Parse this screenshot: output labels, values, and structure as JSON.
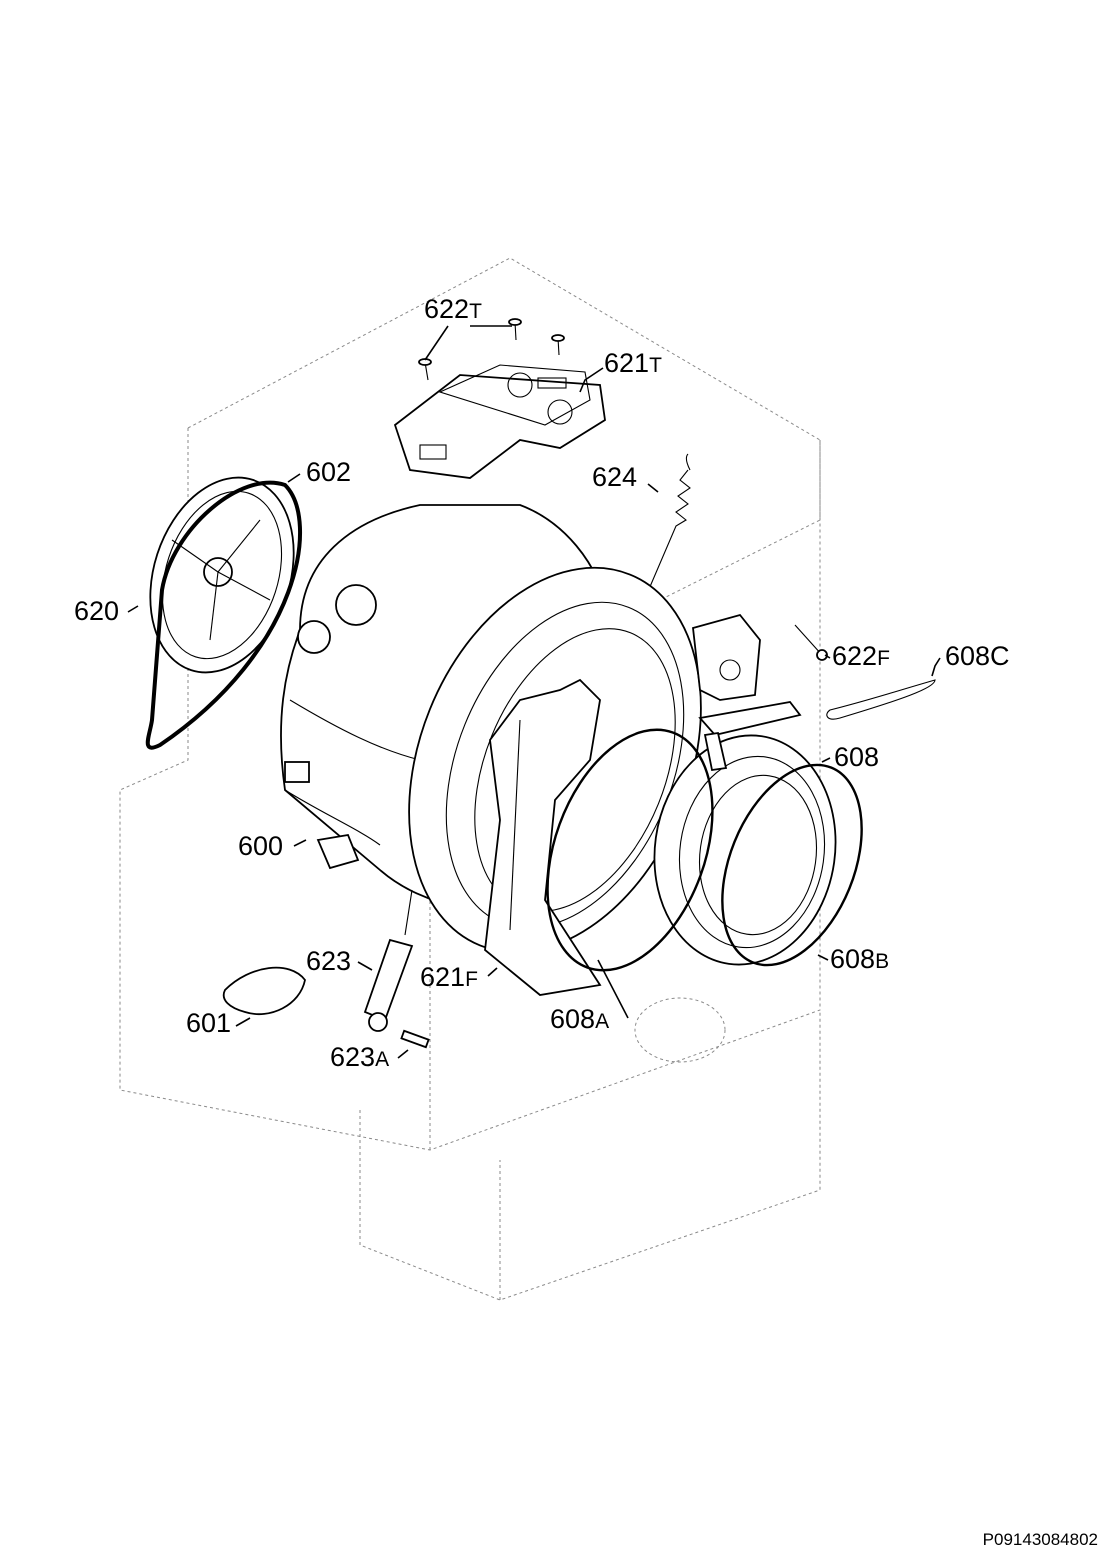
{
  "document_code": "P09143084802",
  "callouts": [
    {
      "id": "622T",
      "base": "622",
      "suffix": "T"
    },
    {
      "id": "621T",
      "base": "621",
      "suffix": "T"
    },
    {
      "id": "602",
      "base": "602",
      "suffix": ""
    },
    {
      "id": "624",
      "base": "624",
      "suffix": ""
    },
    {
      "id": "620",
      "base": "620",
      "suffix": ""
    },
    {
      "id": "622F",
      "base": "622",
      "suffix": "F"
    },
    {
      "id": "608C",
      "base": "608C",
      "suffix": ""
    },
    {
      "id": "608",
      "base": "608",
      "suffix": ""
    },
    {
      "id": "600",
      "base": "600",
      "suffix": ""
    },
    {
      "id": "608B",
      "base": "608",
      "suffix": "B"
    },
    {
      "id": "623",
      "base": "623",
      "suffix": ""
    },
    {
      "id": "621F",
      "base": "621",
      "suffix": "F"
    },
    {
      "id": "608A",
      "base": "608",
      "suffix": "A"
    },
    {
      "id": "601",
      "base": "601",
      "suffix": ""
    },
    {
      "id": "623A",
      "base": "623",
      "suffix": "A"
    }
  ]
}
